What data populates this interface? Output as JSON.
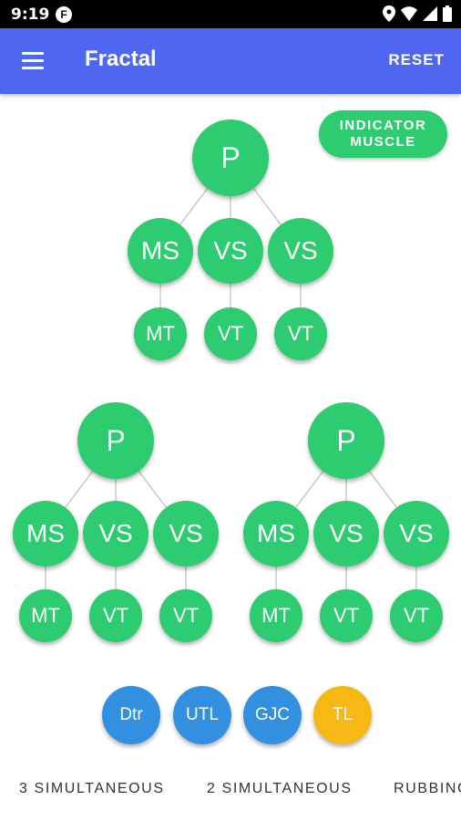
{
  "status": {
    "time": "9:19",
    "app_icon_letter": "F"
  },
  "appbar": {
    "title": "Fractal",
    "reset_label": "RESET"
  },
  "indicator_button": {
    "line1": "INDICATOR",
    "line2": "MUSCLE"
  },
  "tree_top": {
    "root": "P",
    "mid": [
      "MS",
      "VS",
      "VS"
    ],
    "leaf": [
      "MT",
      "VT",
      "VT"
    ]
  },
  "tree_left": {
    "root": "P",
    "mid": [
      "MS",
      "VS",
      "VS"
    ],
    "leaf": [
      "MT",
      "VT",
      "VT"
    ]
  },
  "tree_right": {
    "root": "P",
    "mid": [
      "MS",
      "VS",
      "VS"
    ],
    "leaf": [
      "MT",
      "VT",
      "VT"
    ]
  },
  "chips": [
    "Dtr",
    "UTL",
    "GJC",
    "TL"
  ],
  "tabs": [
    "3 SIMULTANEOUS",
    "2 SIMULTANEOUS",
    "RUBBING"
  ],
  "colors": {
    "appbar": "#4f67f0",
    "node_green": "#2ecc71",
    "chip_blue": "#3390e0",
    "chip_yellow": "#f7b813"
  }
}
